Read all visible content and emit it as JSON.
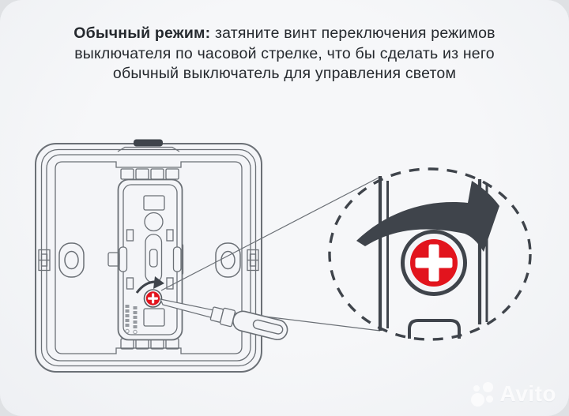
{
  "instruction": {
    "heading_bold": "Обычный режим:",
    "heading_rest": " затяните винт переключения режимов",
    "line2": "выключателя по часовой стрелке, что бы сделать из него",
    "line3": "обычный выключатель для управления светом"
  },
  "diagram": {
    "colors": {
      "screw_red": "#e2141d",
      "line_gray": "#6b7076",
      "dark_gray": "#3f444b",
      "card_bg": "#f3f4f6",
      "outer_bg": "#dfe1e4"
    }
  },
  "watermark": {
    "brand": "Avito"
  }
}
